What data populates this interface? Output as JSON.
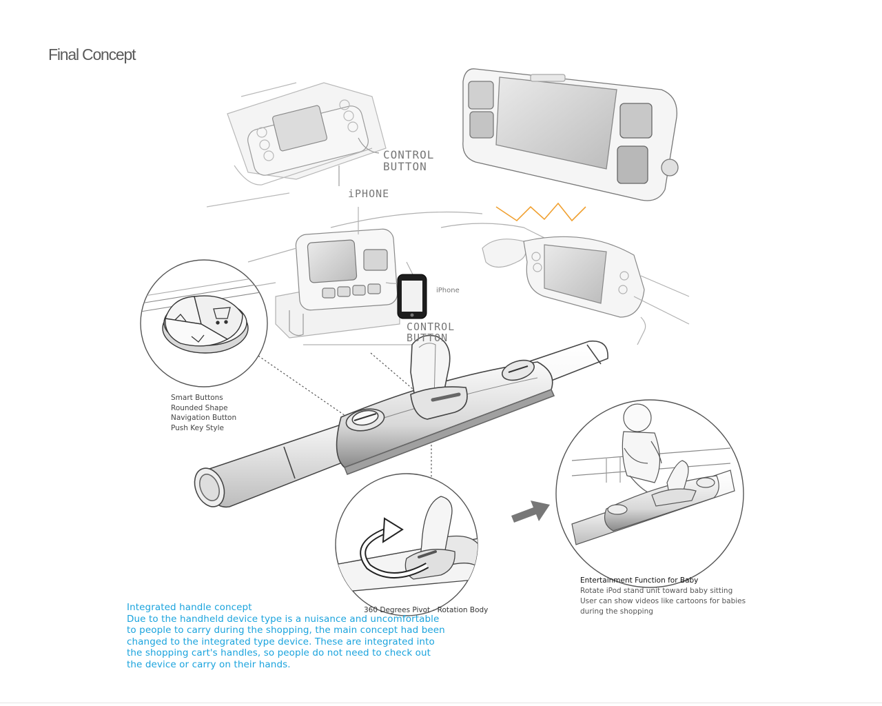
{
  "page": {
    "title": "Final Concept"
  },
  "sketch_labels": {
    "control_button_1": "CONTROL BUTTON",
    "iphone_1": "iPHONE",
    "control_button_2": "CONTROL BUTTON",
    "iphone_2": "iPhone"
  },
  "callouts": {
    "smart_buttons": [
      "Smart Buttons",
      "Rounded Shape",
      "Navigation Button",
      "Push Key Style"
    ],
    "pivot": "360 Degrees Pivot - Rotation Body",
    "entertainment": {
      "heading": "Entertainment Function for Baby",
      "lines": [
        "Rotate iPod stand unit toward baby sitting",
        "User can show videos like cartoons for babies",
        "during the shopping"
      ]
    }
  },
  "concept": {
    "heading": "Integrated handle concept",
    "lines": [
      "Due to the handheld device type is a nuisance and uncomfortable",
      "to people to carry during the shopping, the main concept had been",
      "changed to the integrated type device. These are integrated into",
      "the shopping cart's handles, so people do not need to check out",
      "the device or carry on their hands."
    ]
  },
  "colors": {
    "concept_text": "#1aa3dd",
    "sketch_accent": "#f0a030",
    "arrow": "#777777"
  }
}
